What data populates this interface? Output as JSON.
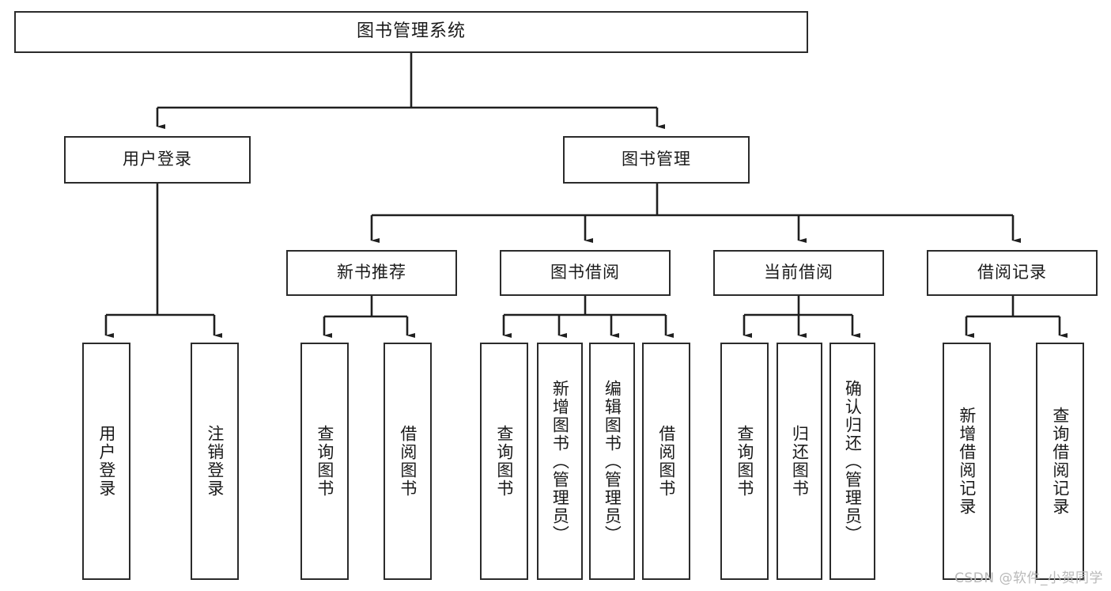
{
  "diagram": {
    "type": "tree-hierarchy",
    "title": "图书管理系统",
    "watermark": "CSDN @软件_小贺同学",
    "colors": {
      "box_border": "#2b2b2b",
      "box_fill": "#ffffff",
      "connector": "#1f1f1f",
      "text": "#1a1a1a",
      "watermark": "#b9b9b9",
      "background": "#ffffff"
    },
    "levels": {
      "root": {
        "label": "图书管理系统"
      },
      "level2": [
        {
          "id": "user-login",
          "label": "用户登录"
        },
        {
          "id": "book-management",
          "label": "图书管理"
        }
      ],
      "level3": [
        {
          "id": "new-book-recommend",
          "label": "新书推荐",
          "parent": "book-management"
        },
        {
          "id": "book-borrow",
          "label": "图书借阅",
          "parent": "book-management"
        },
        {
          "id": "current-borrow",
          "label": "当前借阅",
          "parent": "book-management"
        },
        {
          "id": "borrow-record",
          "label": "借阅记录",
          "parent": "book-management"
        }
      ],
      "leaves": [
        {
          "id": "leaf-user-login",
          "label": "用户登录",
          "parent": "user-login"
        },
        {
          "id": "leaf-logout-login",
          "label": "注销登录",
          "parent": "user-login"
        },
        {
          "id": "leaf-query-book-1",
          "label": "查询图书",
          "parent": "new-book-recommend"
        },
        {
          "id": "leaf-borrow-book-1",
          "label": "借阅图书",
          "parent": "new-book-recommend"
        },
        {
          "id": "leaf-query-book-2",
          "label": "查询图书",
          "parent": "book-borrow"
        },
        {
          "id": "leaf-add-book",
          "label": "新增图书（管理员）",
          "parent": "book-borrow"
        },
        {
          "id": "leaf-edit-book",
          "label": "编辑图书（管理员）",
          "parent": "book-borrow"
        },
        {
          "id": "leaf-borrow-book-2",
          "label": "借阅图书",
          "parent": "book-borrow"
        },
        {
          "id": "leaf-query-book-3",
          "label": "查询图书",
          "parent": "current-borrow"
        },
        {
          "id": "leaf-return-book",
          "label": "归还图书",
          "parent": "current-borrow"
        },
        {
          "id": "leaf-confirm-return",
          "label": "确认归还（管理员）",
          "parent": "current-borrow"
        },
        {
          "id": "leaf-add-record",
          "label": "新增借阅记录",
          "parent": "borrow-record"
        },
        {
          "id": "leaf-query-record",
          "label": "查询借阅记录",
          "parent": "borrow-record"
        }
      ]
    }
  }
}
